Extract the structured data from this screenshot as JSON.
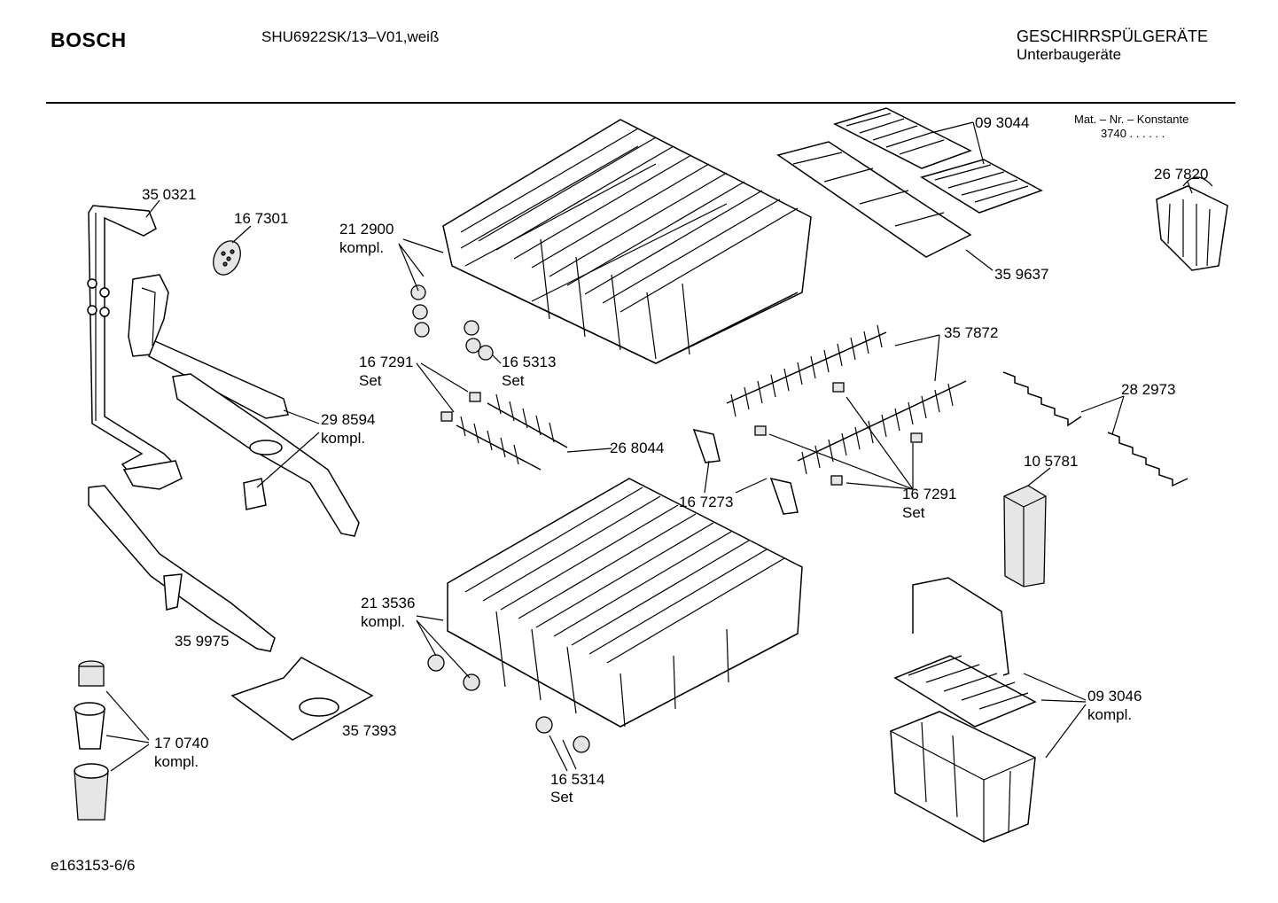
{
  "header": {
    "brand": "BOSCH",
    "model": "SHU6922SK/13–V01,weiß",
    "category": "GESCHIRRSPÜLGERÄTE",
    "subcategory": "Unterbaugeräte",
    "mat_label": "Mat. – Nr. – Konstante",
    "mat_value": "3740  .  .  .  .  .  ."
  },
  "footer": {
    "doc_id": "e163153-6/6"
  },
  "parts": [
    {
      "id": "p350321",
      "number": "35 0321",
      "note": ""
    },
    {
      "id": "p167301",
      "number": "16 7301",
      "note": ""
    },
    {
      "id": "p212900",
      "number": "21 2900",
      "note": "kompl."
    },
    {
      "id": "p093044",
      "number": "09 3044",
      "note": ""
    },
    {
      "id": "p359637",
      "number": "35 9637",
      "note": ""
    },
    {
      "id": "p267820",
      "number": "26 7820",
      "note": ""
    },
    {
      "id": "p167291a",
      "number": "16 7291",
      "note": "Set"
    },
    {
      "id": "p165313",
      "number": "16 5313",
      "note": "Set"
    },
    {
      "id": "p357872",
      "number": "35 7872",
      "note": ""
    },
    {
      "id": "p298594",
      "number": "29 8594",
      "note": "kompl."
    },
    {
      "id": "p268044",
      "number": "26 8044",
      "note": ""
    },
    {
      "id": "p282973",
      "number": "28 2973",
      "note": ""
    },
    {
      "id": "p105781",
      "number": "10 5781",
      "note": ""
    },
    {
      "id": "p167273",
      "number": "16 7273",
      "note": ""
    },
    {
      "id": "p167291b",
      "number": "16 7291",
      "note": "Set"
    },
    {
      "id": "p213536",
      "number": "21 3536",
      "note": "kompl."
    },
    {
      "id": "p359975",
      "number": "35 9975",
      "note": ""
    },
    {
      "id": "p093046",
      "number": "09 3046",
      "note": "kompl."
    },
    {
      "id": "p357393",
      "number": "35 7393",
      "note": ""
    },
    {
      "id": "p170740",
      "number": "17 0740",
      "note": "kompl."
    },
    {
      "id": "p165314",
      "number": "16 5314",
      "note": "Set"
    }
  ]
}
